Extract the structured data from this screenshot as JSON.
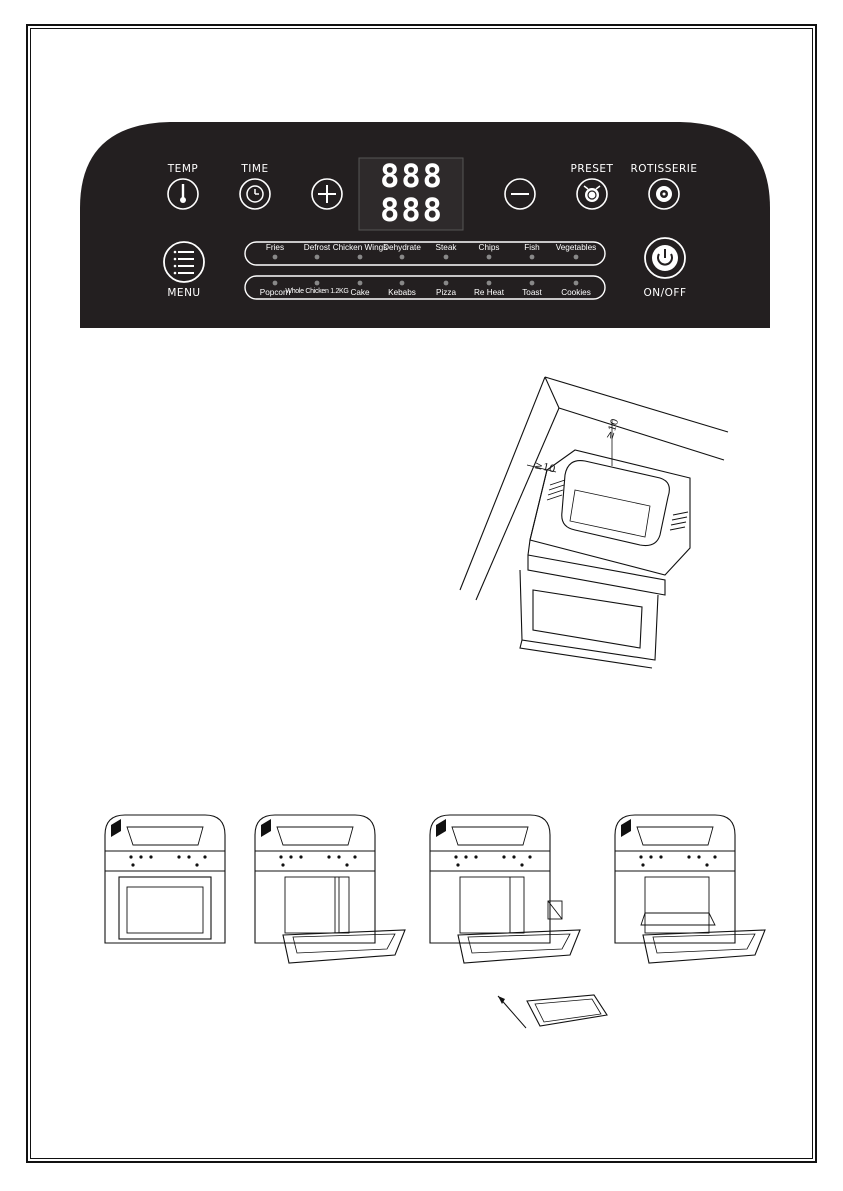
{
  "panel": {
    "temp_label": "TEMP",
    "time_label": "TIME",
    "preset_label": "PRESET",
    "rotisserie_label": "ROTISSERIE",
    "menu_label": "MENU",
    "onoff_label": "ON/OFF",
    "display_top": "888",
    "display_bottom": "888",
    "programs_row1": [
      "Fries",
      "Defrost",
      "Chicken Wings",
      "Dehydrate",
      "Steak",
      "Chips",
      "Fish",
      "Vegetables"
    ],
    "programs_row2": [
      "Popcorn",
      "Whole Chicken 1.2KG",
      "Cake",
      "Kebabs",
      "Pizza",
      "Re Heat",
      "Toast",
      "Cookies"
    ]
  },
  "clearance": {
    "top_label": "≥10",
    "side_label": "≥10"
  },
  "colors": {
    "panel_bg": "#231f20",
    "ink": "#111111"
  }
}
